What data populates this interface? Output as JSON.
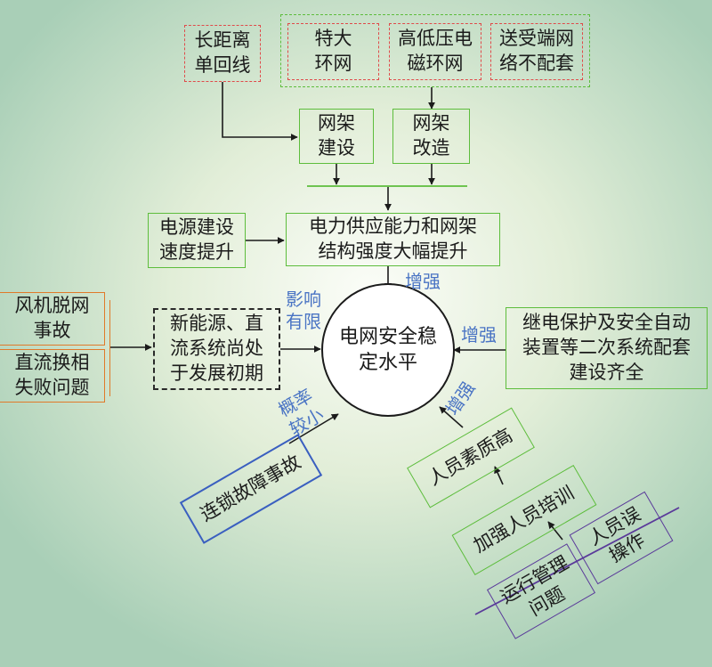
{
  "nodes": {
    "center": "电网安全稳\n定水平",
    "long_distance": "长距离\n单回线",
    "super_ring": "特大\n环网",
    "em_ring": "高低压电\n磁环网",
    "mismatch": "送受端网\n络不配套",
    "grid_build": "网架\n建设",
    "grid_reform": "网架\n改造",
    "power_speed": "电源建设\n速度提升",
    "supply_capacity": "电力供应能力和网架\n结构强度大幅提升",
    "relay": "继电保护及安全自动\n装置等二次系统配套\n建设齐全",
    "wind_trip": "风机脱网\n事故",
    "dc_failure": "直流换相\n失败问题",
    "new_energy": "新能源、直\n流系统尚处\n于发展初期",
    "cascade": "连锁故障事故",
    "quality": "人员素质高",
    "training": "加强人员培训",
    "human_error": "人员误\n操作",
    "ops_mgmt": "运行管理\n问题"
  },
  "edge_labels": {
    "enhance_top": "增强",
    "enhance_right": "增强",
    "enhance_lower": "增强",
    "limited": "影响\n有限",
    "probability": "概率\n较小"
  }
}
